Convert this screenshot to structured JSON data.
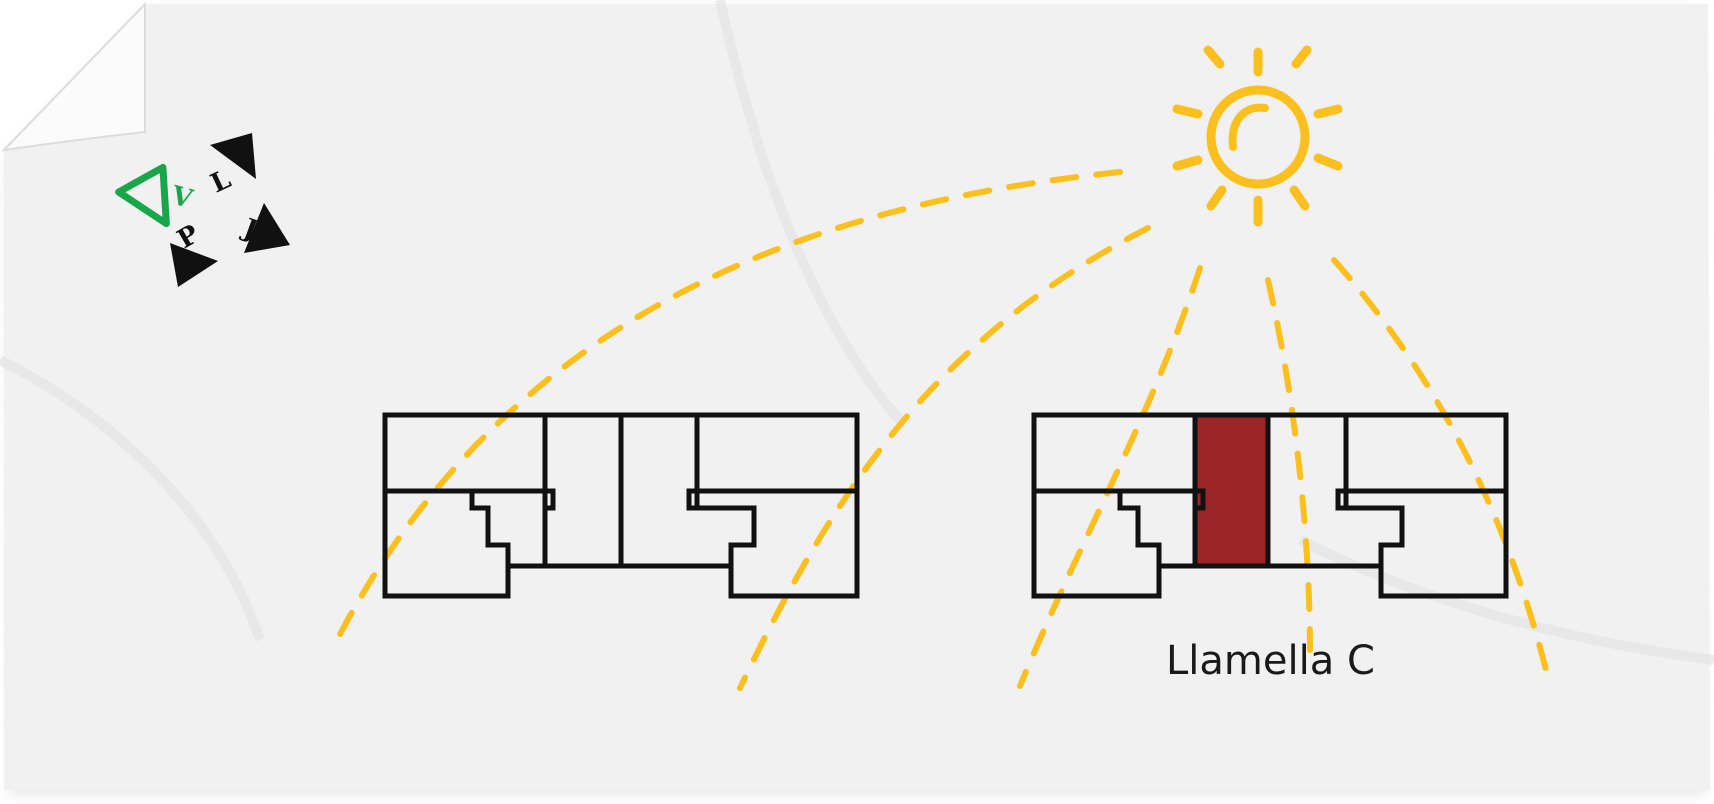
{
  "colors": {
    "paper": "#f1f1f1",
    "paper_shadow": "#cfcfcf",
    "sun": "#fbbf1e",
    "wall": "#111111",
    "highlight_unit": "#9b2424",
    "logo_green": "#19a64b",
    "logo_black": "#111111"
  },
  "icons": {
    "sun": "sun-icon",
    "logo": "logo-icon"
  },
  "logo": {
    "letters": [
      "V",
      "L",
      "J",
      "P"
    ]
  },
  "buildings": [
    {
      "name": "left-block",
      "label": ""
    },
    {
      "name": "right-block",
      "label": "Llamella C"
    }
  ]
}
